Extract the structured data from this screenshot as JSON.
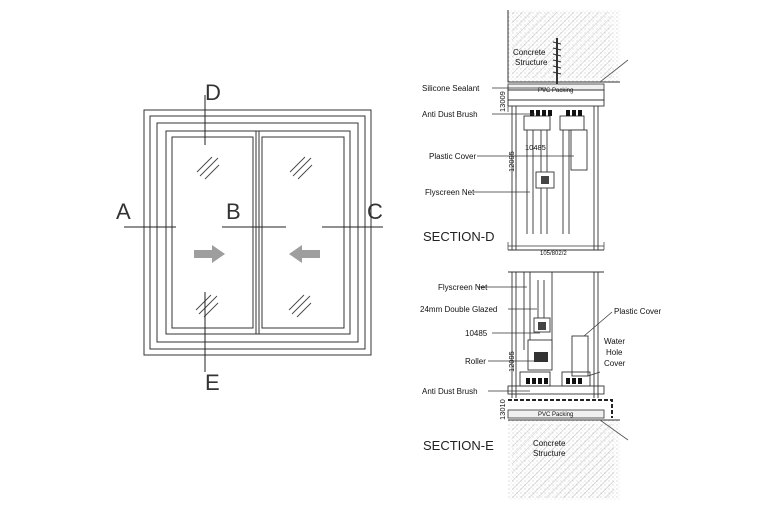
{
  "elevation": {
    "markers": {
      "a": "A",
      "b": "B",
      "c": "C",
      "d": "D",
      "e": "E"
    }
  },
  "section_d": {
    "title": "SECTION-D",
    "concrete": [
      "Concrete",
      "Structure"
    ],
    "labels": {
      "silicone": "Silicone Sealant",
      "brush": "Anti Dust Brush",
      "cover": "Plastic Cover",
      "flyscreen": "Flyscreen Net"
    },
    "dims": {
      "d1": "13009",
      "d2": "12095",
      "d3": "10485",
      "bottom": "105/802/2"
    },
    "packing": "PVC Packing"
  },
  "section_e": {
    "title": "SECTION-E",
    "concrete": [
      "Concrete",
      "Structure"
    ],
    "labels": {
      "flyscreen": "Flyscreen Net",
      "glazed": "24mm Double Glazed",
      "profile": "10485",
      "roller": "Roller",
      "brush": "Anti Dust Brush",
      "cover": "Plastic Cover",
      "water": [
        "Water",
        "Hole",
        "Cover"
      ]
    },
    "dims": {
      "d1": "13010",
      "d2": "12095"
    },
    "packing": "PVC Packing"
  }
}
